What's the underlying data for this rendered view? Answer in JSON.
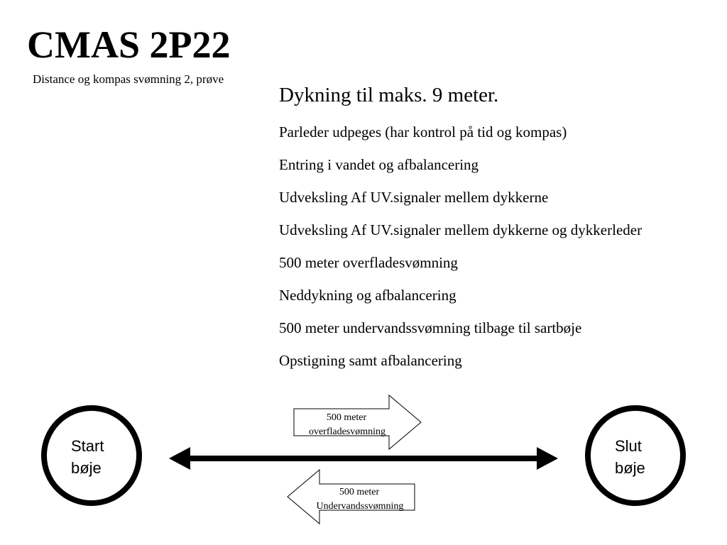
{
  "slide": {
    "title": "CMAS 2P22",
    "subtitle": "Distance og kompas svømning 2, prøve",
    "heading": "Dykning til maks. 9 meter.",
    "steps": [
      "Parleder udpeges (har kontrol på tid og kompas)",
      "Entring i vandet og afbalancering",
      "Udveksling Af UV.signaler mellem dykkerne",
      "Udveksling Af UV.signaler mellem dykkerne og dykkerleder",
      "500 meter overfladesvømning",
      "Neddykning og afbalancering",
      "500 meter undervandssvømning tilbage til sartbøje",
      "Opstigning samt afbalancering"
    ]
  },
  "diagram": {
    "start_buoy": {
      "line1": "Start",
      "line2": "bøje"
    },
    "end_buoy": {
      "line1": "Slut",
      "line2": "bøje"
    },
    "surface_arrow": {
      "line1": "500 meter",
      "line2": "overfladesvømning"
    },
    "underwater_arrow": {
      "line1": "500 meter",
      "line2": "Undervandssvømning"
    }
  }
}
